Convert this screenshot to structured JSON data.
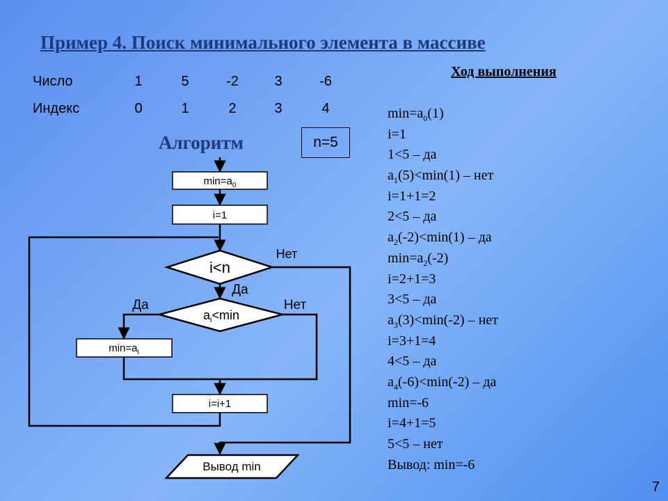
{
  "title": "Пример 4. Поиск минимального элемента в массиве",
  "array": {
    "number_label": "Число",
    "index_label": "Индекс",
    "numbers": [
      "1",
      "5",
      "-2",
      "3",
      "-6"
    ],
    "indices": [
      "0",
      "1",
      "2",
      "3",
      "4"
    ]
  },
  "algorithm": {
    "title": "Алгоритм",
    "n_label": "n=5",
    "blocks": {
      "init_min": {
        "base": "min=a",
        "sub": "0"
      },
      "init_i": "i=1",
      "cond_loop": "i<n",
      "cond_min": {
        "base": "a",
        "sub": "i",
        "rest": "<min"
      },
      "assign_min": {
        "base": "min=a",
        "sub": "i"
      },
      "increment": "i=i+1",
      "output": "Вывод min"
    },
    "labels": {
      "no_loop": "Нет",
      "yes_loop": "Да",
      "yes_min": "Да",
      "no_min": "Нет"
    }
  },
  "execution": {
    "title": "Ход выполнения",
    "steps": [
      {
        "pre": "min=a",
        "sub": "0",
        "post": "(1)"
      },
      {
        "pre": "i=1",
        "sub": "",
        "post": ""
      },
      {
        "pre": "1<5 – да",
        "sub": "",
        "post": ""
      },
      {
        "pre": "a",
        "sub": "1",
        "post": "(5)<min(1) – нет"
      },
      {
        "pre": "i=1+1=2",
        "sub": "",
        "post": ""
      },
      {
        "pre": "2<5 – да",
        "sub": "",
        "post": ""
      },
      {
        "pre": "a",
        "sub": "2",
        "post": "(-2)<min(1) – да"
      },
      {
        "pre": "min=a",
        "sub": "2",
        "post": "(-2)"
      },
      {
        "pre": "i=2+1=3",
        "sub": "",
        "post": ""
      },
      {
        "pre": "3<5 – да",
        "sub": "",
        "post": ""
      },
      {
        "pre": "a",
        "sub": "3",
        "post": "(3)<min(-2) – нет"
      },
      {
        "pre": "i=3+1=4",
        "sub": "",
        "post": ""
      },
      {
        "pre": "4<5 – да",
        "sub": "",
        "post": ""
      },
      {
        "pre": "a",
        "sub": "4",
        "post": "(-6)<min(-2) – да"
      },
      {
        "pre": "min=-6",
        "sub": "",
        "post": ""
      },
      {
        "pre": "i=4+1=5",
        "sub": "",
        "post": ""
      },
      {
        "pre": "5<5 – нет",
        "sub": "",
        "post": ""
      },
      {
        "pre": "Вывод: min=-6",
        "sub": "",
        "post": ""
      }
    ]
  },
  "page_number": "7",
  "colors": {
    "title": "#1f3a7a",
    "box_fill": "#ffffff",
    "line": "#000000"
  }
}
